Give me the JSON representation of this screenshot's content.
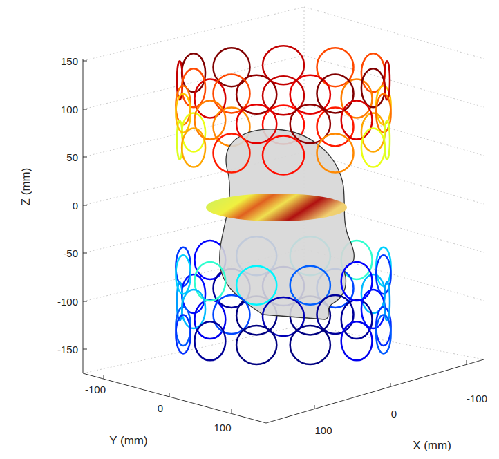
{
  "diagram": {
    "labels": [
      "150",
      "100",
      "50",
      "0",
      "-50",
      "-100",
      "-150",
      "Z (mm)",
      "-100",
      "0",
      "100",
      "Y (mm)",
      "100",
      "0",
      "-100",
      "X (mm)"
    ]
  }
}
